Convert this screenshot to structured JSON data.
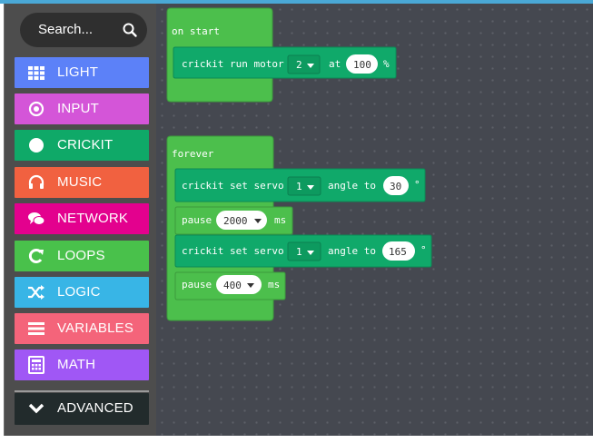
{
  "search": {
    "label": "Search..."
  },
  "categories": [
    {
      "label": "LIGHT",
      "color": "#5c81f8",
      "icon": "grid-icon"
    },
    {
      "label": "INPUT",
      "color": "#d455d8",
      "icon": "target-icon"
    },
    {
      "label": "CRICKIT",
      "color": "#0fa968",
      "icon": "circle-icon"
    },
    {
      "label": "MUSIC",
      "color": "#f16140",
      "icon": "headphones-icon"
    },
    {
      "label": "NETWORK",
      "color": "#e3018e",
      "icon": "chat-icon"
    },
    {
      "label": "LOOPS",
      "color": "#49c14b",
      "icon": "refresh-icon"
    },
    {
      "label": "LOGIC",
      "color": "#38b5e6",
      "icon": "shuffle-icon"
    },
    {
      "label": "VARIABLES",
      "color": "#f4647a",
      "icon": "list-icon"
    },
    {
      "label": "MATH",
      "color": "#a057f5",
      "icon": "calculator-icon"
    }
  ],
  "advanced": {
    "label": "ADVANCED",
    "color": "#222b2c"
  },
  "on_start": {
    "hat": "on start",
    "motor": {
      "prefix": "crickit run motor",
      "motor_num": "2",
      "at": "at",
      "speed": "100",
      "unit": "%"
    }
  },
  "forever": {
    "hat": "forever",
    "servo1": {
      "prefix": "crickit set servo",
      "servo_num": "1",
      "angle_label": "angle to",
      "angle": "30",
      "unit": "°"
    },
    "pause1": {
      "label": "pause",
      "ms": "2000",
      "unit": "ms"
    },
    "servo2": {
      "prefix": "crickit set servo",
      "servo_num": "1",
      "angle_label": "angle to",
      "angle": "165",
      "unit": "°"
    },
    "pause2": {
      "label": "pause",
      "ms": "400",
      "unit": "ms"
    }
  },
  "colors": {
    "loops_green": "#4cbf4c",
    "loops_stroke": "#3d9b3d",
    "crickit_green": "#10a96a",
    "crickit_stroke": "#0c8a56"
  }
}
